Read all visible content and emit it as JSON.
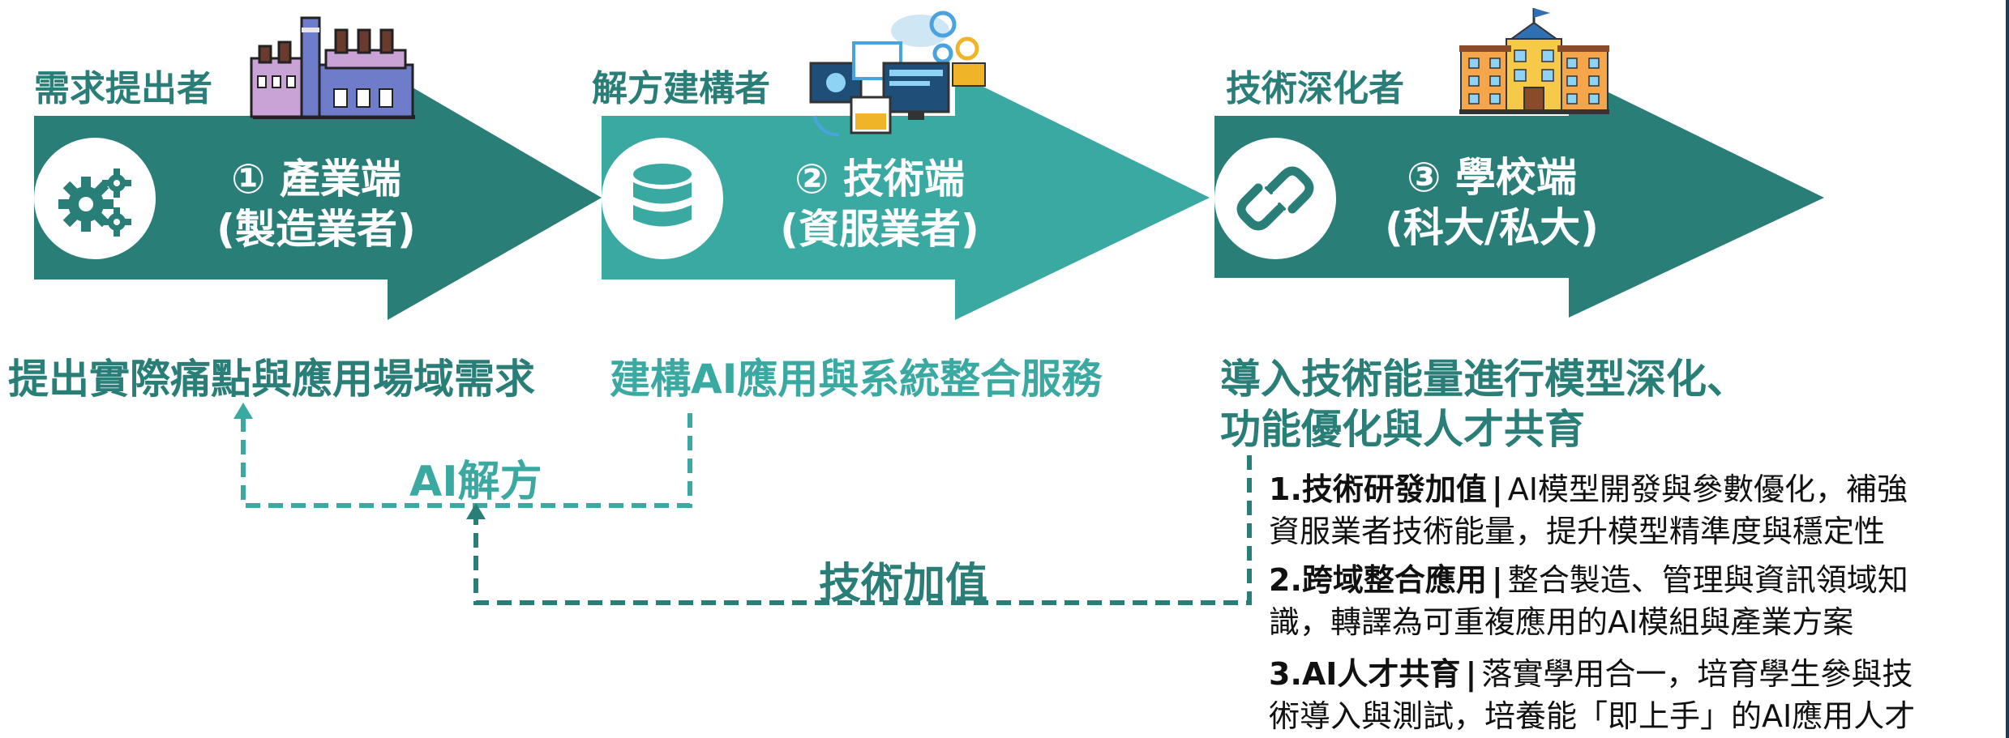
{
  "colors": {
    "teal_dark": "#2a7e78",
    "teal_light": "#3aa9a2",
    "white": "#ffffff"
  },
  "stages": [
    {
      "role": "需求提出者",
      "title_line1": "① 產業端",
      "title_line2": "(製造業者)",
      "circle_icon": "gears-icon",
      "illustration": "factory-icon",
      "headline": "提出實際痛點與應用場域需求"
    },
    {
      "role": "解方建構者",
      "title_line1": "② 技術端",
      "title_line2": "(資服業者)",
      "circle_icon": "database-icon",
      "illustration": "computers-icon",
      "headline": "建構AI應用與系統整合服務"
    },
    {
      "role": "技術深化者",
      "title_line1": "③ 學校端",
      "title_line2": "(科大/私大)",
      "circle_icon": "link-icon",
      "illustration": "school-building-icon",
      "headline_line1": "導入技術能量進行模型深化、",
      "headline_line2": "功能優化與人才共育"
    }
  ],
  "flows": {
    "ai_solution": "AI解方",
    "tech_value_add": "技術加值"
  },
  "details": [
    {
      "title": "1.技術研發加值",
      "sep": "|",
      "line1": "AI模型開發與參數優化，補強",
      "line2": "資服業者技術能量，提升模型精準度與穩定性"
    },
    {
      "title": "2.跨域整合應用",
      "sep": "|",
      "line1": "整合製造、管理與資訊領域知",
      "line2": "識，轉譯為可重複應用的AI模組與產業方案"
    },
    {
      "title": "3.AI人才共育",
      "sep": "|",
      "line1": "落實學用合一，培育學生參與技",
      "line2": "術導入與測試，培養能「即上手」的AI應用人才"
    }
  ]
}
